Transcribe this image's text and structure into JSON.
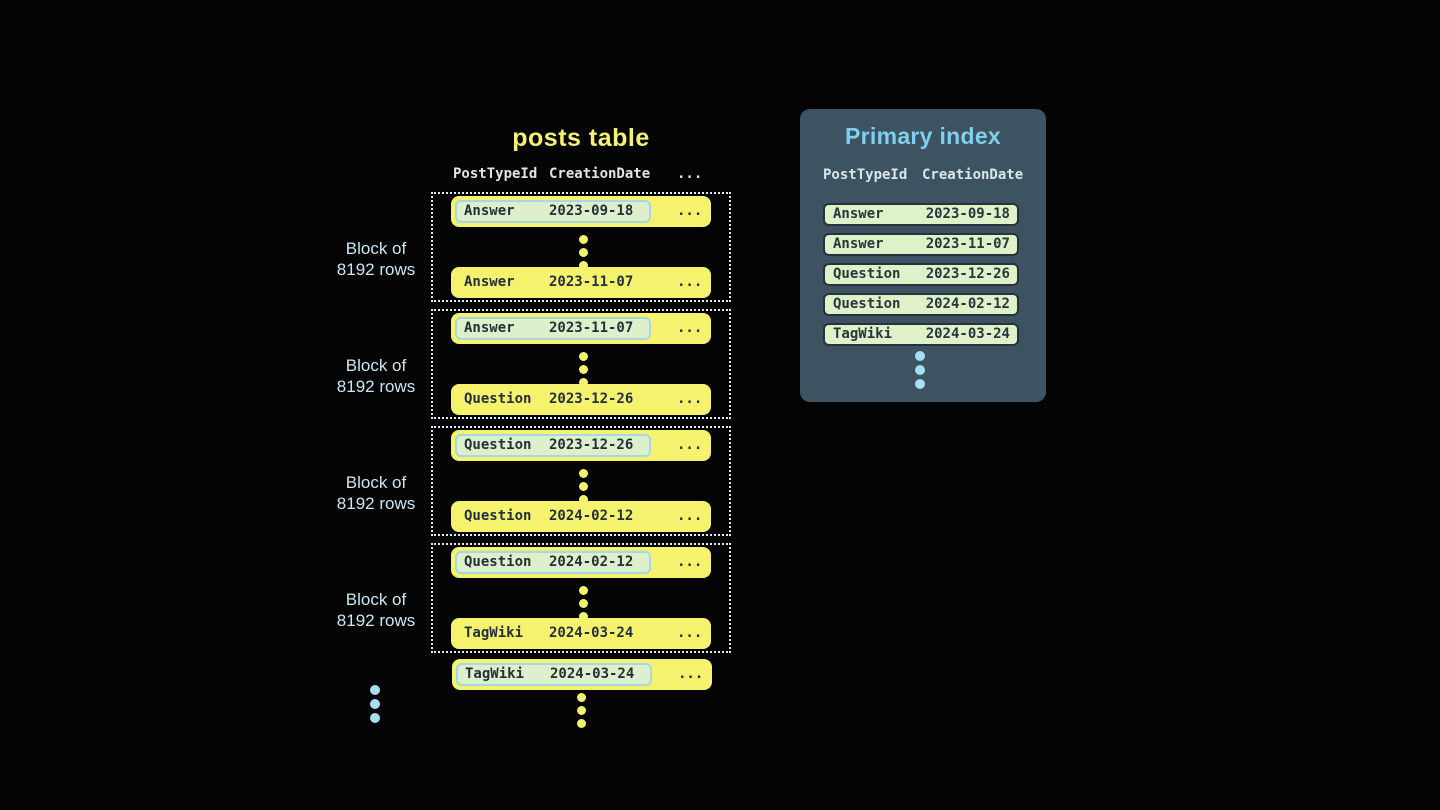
{
  "posts_table": {
    "title": "posts table",
    "columns": [
      "PostTypeId",
      "CreationDate",
      "..."
    ],
    "ellipsis": "...",
    "block_label_line1": "Block of",
    "block_label_line2": "8192 rows",
    "blocks": [
      {
        "first": {
          "type": "Answer",
          "date": "2023-09-18"
        },
        "last": {
          "type": "Answer",
          "date": "2023-11-07"
        }
      },
      {
        "first": {
          "type": "Answer",
          "date": "2023-11-07"
        },
        "last": {
          "type": "Question",
          "date": "2023-12-26"
        }
      },
      {
        "first": {
          "type": "Question",
          "date": "2023-12-26"
        },
        "last": {
          "type": "Question",
          "date": "2024-02-12"
        }
      },
      {
        "first": {
          "type": "Question",
          "date": "2024-02-12"
        },
        "last": {
          "type": "TagWiki",
          "date": "2024-03-24"
        }
      }
    ],
    "trailing_row": {
      "type": "TagWiki",
      "date": "2024-03-24"
    }
  },
  "primary_index": {
    "title": "Primary index",
    "columns": [
      "PostTypeId",
      "CreationDate"
    ],
    "rows": [
      {
        "type": "Answer",
        "date": "2023-09-18"
      },
      {
        "type": "Answer",
        "date": "2023-11-07"
      },
      {
        "type": "Question",
        "date": "2023-12-26"
      },
      {
        "type": "Question",
        "date": "2024-02-12"
      },
      {
        "type": "TagWiki",
        "date": "2024-03-24"
      }
    ]
  },
  "colors": {
    "background": "#040404",
    "row_yellow": "#f5f26e",
    "row_text": "#232f3a",
    "highlight_fill": "#def0cb",
    "highlight_border": "#a7d6e8",
    "block_border": "#d9ecf3",
    "label_blue": "#c7e8f4",
    "panel_background": "#3d5361",
    "panel_title_blue": "#7ed0ec",
    "index_row_fill": "#def1c8",
    "index_row_border": "#27333c",
    "dot_blue": "#a6def4"
  }
}
